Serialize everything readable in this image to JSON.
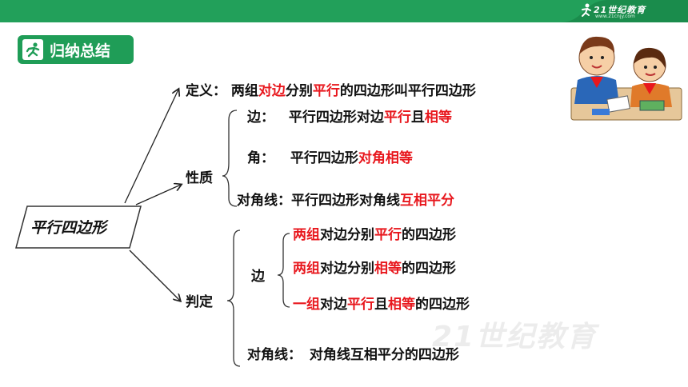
{
  "brand": {
    "logo_text": "21世纪教育",
    "logo_sub": "www.21cnjy.com"
  },
  "badge": {
    "title": "归纳总结"
  },
  "root": {
    "label": "平行四边形"
  },
  "definition": {
    "label": "定义：",
    "parts": [
      "两组",
      "对边",
      "分别",
      "平行",
      "的四边形叫平行四边形"
    ]
  },
  "properties": {
    "label": "性质",
    "side": {
      "label": "边：",
      "parts": [
        "平行四边形对边",
        "平行",
        "且",
        "相等"
      ]
    },
    "angle": {
      "label": "角：",
      "parts": [
        "平行四边形",
        "对角相等"
      ]
    },
    "diagonal": {
      "label": "对角线：",
      "parts": [
        "平行四边形对角线",
        "互相平分"
      ]
    }
  },
  "criteria": {
    "label": "判定",
    "side_label": "边",
    "rule1": [
      "两组",
      "对边分别",
      "平行",
      "的四边形"
    ],
    "rule2": [
      "两组",
      "对边分别",
      "相等",
      "的四边形"
    ],
    "rule3": [
      "一组",
      "对边",
      "平行",
      "且",
      "相等",
      "的四边形"
    ],
    "diagonal": {
      "label": "对角线：",
      "text": "对角线互相平分的四边形"
    }
  },
  "watermark": "21世纪教育",
  "colors": {
    "accent_green": "#1f9d57",
    "highlight_red": "#e8171d"
  }
}
